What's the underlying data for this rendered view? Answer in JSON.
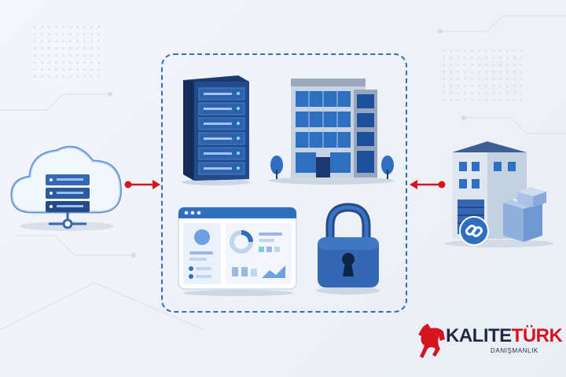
{
  "brand": {
    "name_part1": "KALITE",
    "name_part2": "TÜRK",
    "tagline": "DANIŞMANLIK",
    "primary_color": "#d6141f",
    "dark_color": "#1f2a44"
  },
  "colors": {
    "accent_blue": "#2f6fc0",
    "navy": "#1e3b72",
    "arrow_red": "#d6141f"
  },
  "icons": [
    "cloud-server-icon",
    "server-rack-icon",
    "office-building-icon",
    "dashboard-window-icon",
    "padlock-icon",
    "warehouse-icon",
    "link-badge-icon",
    "horse-logo-icon"
  ]
}
